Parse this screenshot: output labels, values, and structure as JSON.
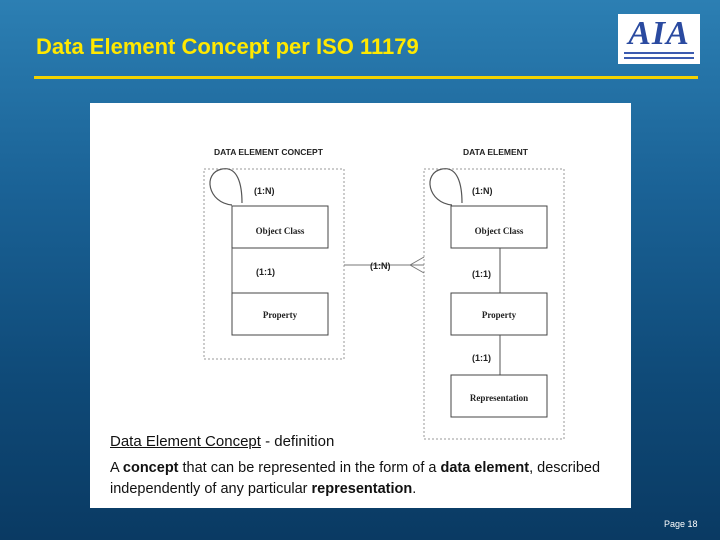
{
  "slide": {
    "title": "Data Element Concept per ISO 11179",
    "page": "Page 18"
  },
  "logo": {
    "text": "AIA"
  },
  "diagram": {
    "left_header": "DATA ELEMENT CONCEPT",
    "right_header": "DATA ELEMENT",
    "left_object_class": "Object Class",
    "left_property": "Property",
    "right_object_class": "Object Class",
    "right_property": "Property",
    "right_representation": "Representation",
    "card_left_loop": "(1:N)",
    "card_left_oc_prop": "(1:1)",
    "card_between": "(1:N)",
    "card_right_loop": "(1:N)",
    "card_right_oc_prop": "(1:1)",
    "card_right_prop_rep": "(1:1)"
  },
  "caption": {
    "term": "Data Element Concept",
    "term_suffix": " - definition",
    "body_1": "A ",
    "body_concept": "concept",
    "body_2": " that can be represented in the form of a ",
    "body_data_element": "data element",
    "body_3": ", described independently of any particular ",
    "body_representation": "representation",
    "body_4": "."
  }
}
